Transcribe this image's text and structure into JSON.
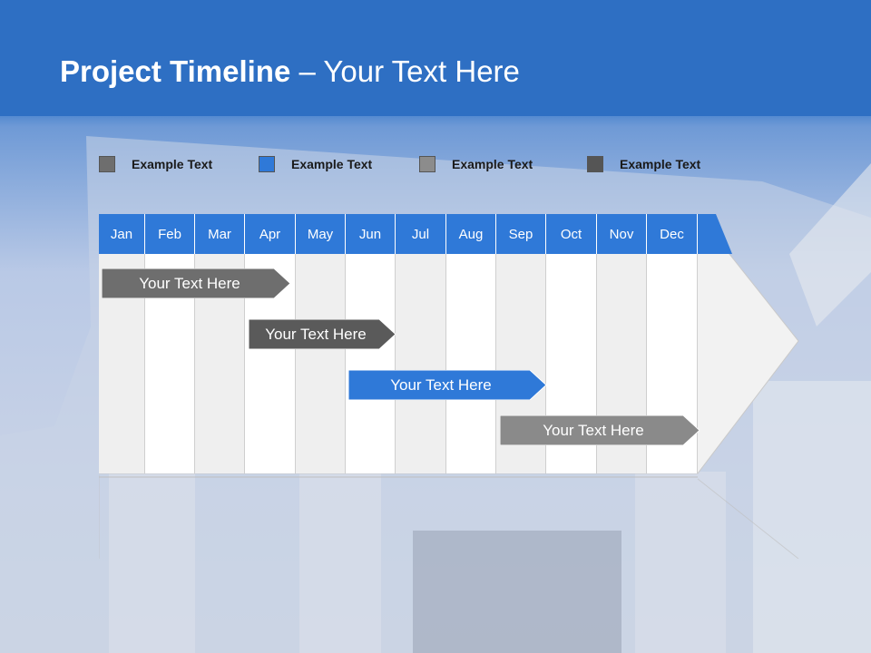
{
  "slide": {
    "title_bold": "Project Timeline",
    "title_rest": " – Your Text Here"
  },
  "legend": [
    {
      "label": "Example Text",
      "color": "#6e6e6e"
    },
    {
      "label": "Example Text",
      "color": "#2f79d8"
    },
    {
      "label": "Example Text",
      "color": "#8c8c8c"
    },
    {
      "label": "Example Text",
      "color": "#555555"
    }
  ],
  "months": [
    "Jan",
    "Feb",
    "Mar",
    "Apr",
    "May",
    "Jun",
    "Jul",
    "Aug",
    "Sep",
    "Oct",
    "Nov",
    "Dec"
  ],
  "tasks": [
    {
      "label": "Your  Text Here",
      "color": "#6e6e6e"
    },
    {
      "label": "Your  Text Here",
      "color": "#5a5a5a"
    },
    {
      "label": "Your  Text Here",
      "color": "#2f79d8"
    },
    {
      "label": "Your  Text Here",
      "color": "#8a8a8a"
    }
  ],
  "colors": {
    "header": "#2f79d8",
    "arrow_fill": "#f2f2f2"
  }
}
